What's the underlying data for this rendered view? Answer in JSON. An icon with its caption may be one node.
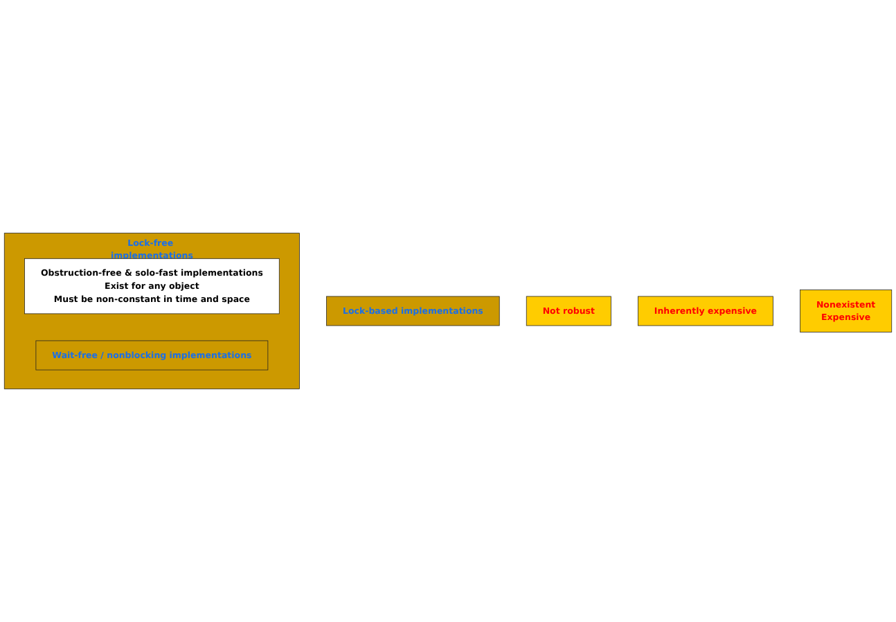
{
  "diagram": {
    "nodes": [
      {
        "text": [
          "Lock-based implementations"
        ]
      },
      {
        "text": [
          "Not robust"
        ]
      },
      {
        "text": [
          "Lock-free implementations"
        ]
      },
      {
        "text": [
          "Obstruction-free & solo-fast implementations",
          "Exist for any object",
          "Must be non-constant in time and space"
        ],
        "in": 2
      },
      {
        "text": [
          "Inherently expensive"
        ]
      },
      {
        "text": [
          "Wait-free / nonblocking implementations"
        ],
        "in": 2
      },
      {
        "text": [
          "Nonexistent",
          "Expensive"
        ]
      }
    ]
  }
}
